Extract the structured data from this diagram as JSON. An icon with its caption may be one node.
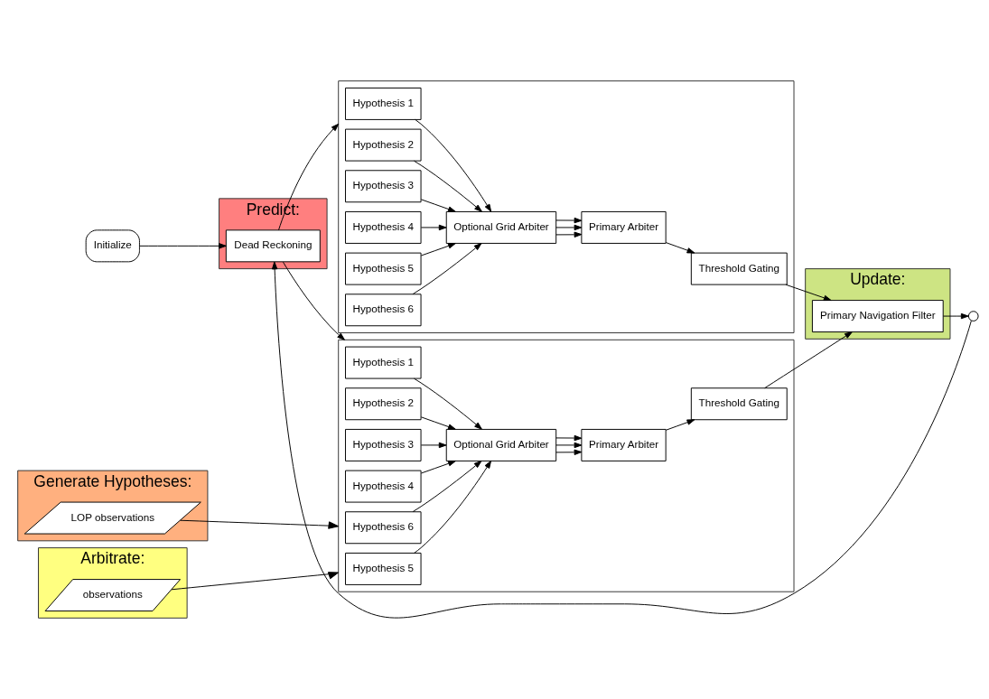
{
  "diagram": {
    "nodes": [
      {
        "text": [
          "Initialize"
        ]
      },
      {
        "text": [
          "Predict:"
        ]
      },
      {
        "text": [
          "Dead Reckoning"
        ],
        "in": 1
      },
      {
        "text": [
          "Generate Hypotheses:"
        ]
      },
      {
        "text": [
          "Arbitrate:"
        ]
      },
      {
        "text": [
          "Update:"
        ]
      },
      {
        "text": [],
        "shape": "box"
      },
      {
        "text": [
          "Hypothesis 1"
        ],
        "in": 6
      },
      {
        "text": [
          "Hypothesis 2"
        ],
        "in": 6
      },
      {
        "text": [
          "Hypothesis 3"
        ],
        "in": 6
      },
      {
        "text": [
          "Hypothesis 4"
        ],
        "in": 6
      },
      {
        "text": [
          "Hypothesis 5"
        ],
        "in": 6
      },
      {
        "text": [
          "Hypothesis 6"
        ],
        "in": 6
      },
      {
        "text": [
          "Optional Grid Arbiter"
        ],
        "in": 6
      },
      {
        "text": [
          "Primary Arbiter"
        ],
        "in": 6
      },
      {
        "text": [
          "Threshold Gating"
        ],
        "in": 6
      },
      {
        "text": [],
        "shape": "box"
      },
      {
        "text": [
          "Hypothesis 1"
        ],
        "in": 16
      },
      {
        "text": [
          "Hypothesis 2"
        ],
        "in": 16
      },
      {
        "text": [
          "Hypothesis 3"
        ],
        "in": 16
      },
      {
        "text": [
          "Hypothesis 4"
        ],
        "in": 16
      },
      {
        "text": [
          "Hypothesis 5"
        ],
        "in": 16
      },
      {
        "text": [
          "Hypothesis 6"
        ],
        "in": 16
      },
      {
        "text": [
          "Optional Grid Arbiter"
        ],
        "in": 16
      },
      {
        "text": [
          "Primary Arbiter"
        ],
        "in": 16
      },
      {
        "text": [
          "Threshold Gating"
        ],
        "in": 16
      },
      {
        "text": [
          "Primary Navigation Filter"
        ],
        "in": 5
      },
      {
        "text": [
          "LOP observations"
        ],
        "in": 3
      },
      {
        "text": [
          "observations"
        ],
        "in": 4
      },
      {
        "text": [],
        "shape": "circle"
      }
    ],
    "edges": [
      {
        "from": 0,
        "to": 2,
        "arrow": "to"
      },
      {
        "from": 2,
        "to": 6,
        "arrow": "to"
      },
      {
        "from": 2,
        "to": 16,
        "arrow": "to"
      },
      {
        "from": 7,
        "to": 13,
        "arrow": "to"
      },
      {
        "from": 8,
        "to": 13,
        "arrow": "to"
      },
      {
        "from": 9,
        "to": 13,
        "arrow": "to"
      },
      {
        "from": 10,
        "to": 13,
        "arrow": "to"
      },
      {
        "from": 11,
        "to": 13,
        "arrow": "to"
      },
      {
        "from": 12,
        "to": 13,
        "arrow": "to"
      },
      {
        "from": 13,
        "to": 14,
        "arrow": "to"
      },
      {
        "from": 13,
        "to": 14,
        "arrow": "to"
      },
      {
        "from": 13,
        "to": 14,
        "arrow": "to"
      },
      {
        "from": 14,
        "to": 15,
        "arrow": "to"
      },
      {
        "from": 15,
        "to": 26,
        "arrow": "to"
      },
      {
        "from": 17,
        "to": 23,
        "arrow": "to"
      },
      {
        "from": 18,
        "to": 23,
        "arrow": "to"
      },
      {
        "from": 19,
        "to": 23,
        "arrow": "to"
      },
      {
        "from": 20,
        "to": 23,
        "arrow": "to"
      },
      {
        "from": 21,
        "to": 23,
        "arrow": "to"
      },
      {
        "from": 22,
        "to": 23,
        "arrow": "to"
      },
      {
        "from": 23,
        "to": 24,
        "arrow": "to"
      },
      {
        "from": 23,
        "to": 24,
        "arrow": "to"
      },
      {
        "from": 23,
        "to": 24,
        "arrow": "to"
      },
      {
        "from": 24,
        "to": 25,
        "arrow": "to"
      },
      {
        "from": 25,
        "to": 26,
        "arrow": "to"
      },
      {
        "from": 27,
        "to": 16,
        "arrow": "to"
      },
      {
        "from": 28,
        "to": 16,
        "arrow": "to"
      },
      {
        "from": 26,
        "to": 29,
        "arrow": "to"
      },
      {
        "from": 29,
        "to": 2,
        "arrow": "to"
      }
    ]
  }
}
